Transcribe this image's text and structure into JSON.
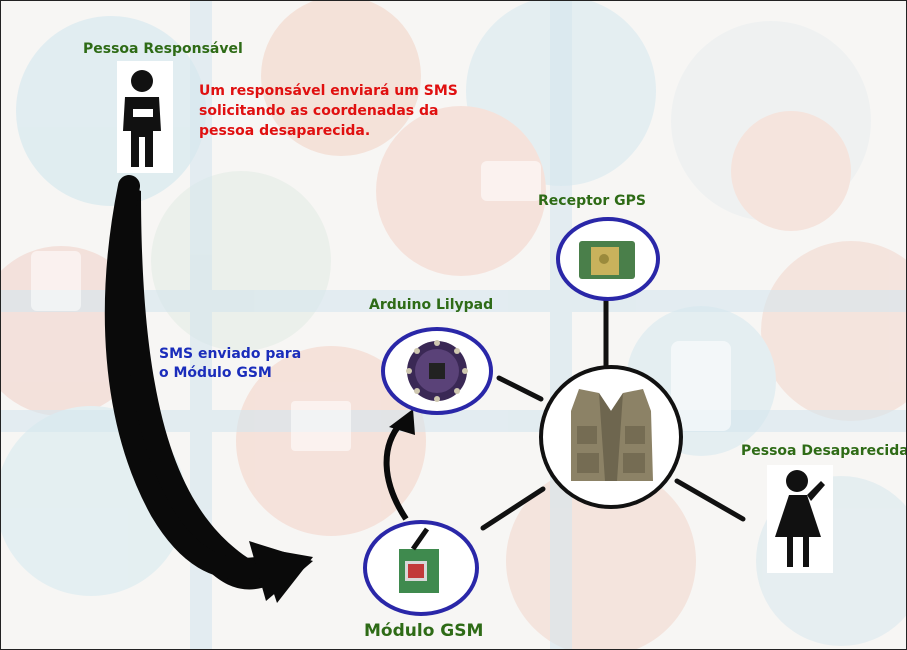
{
  "labels": {
    "responsible_person": "Pessoa Responsável",
    "sms_message": "Um responsável enviará um SMS solicitando as coordenadas da pessoa desaparecida.",
    "gps_receiver": "Receptor GPS",
    "arduino": "Arduino Lilypad",
    "sms_sent": "SMS enviado para o Módulo GSM",
    "missing_person": "Pessoa Desaparecida",
    "gsm_module": "Módulo GSM"
  },
  "colors": {
    "green_label": "#2e6b16",
    "red_text": "#e01010",
    "blue_text": "#1b2dbb",
    "node_ring": "#2a27a8"
  }
}
